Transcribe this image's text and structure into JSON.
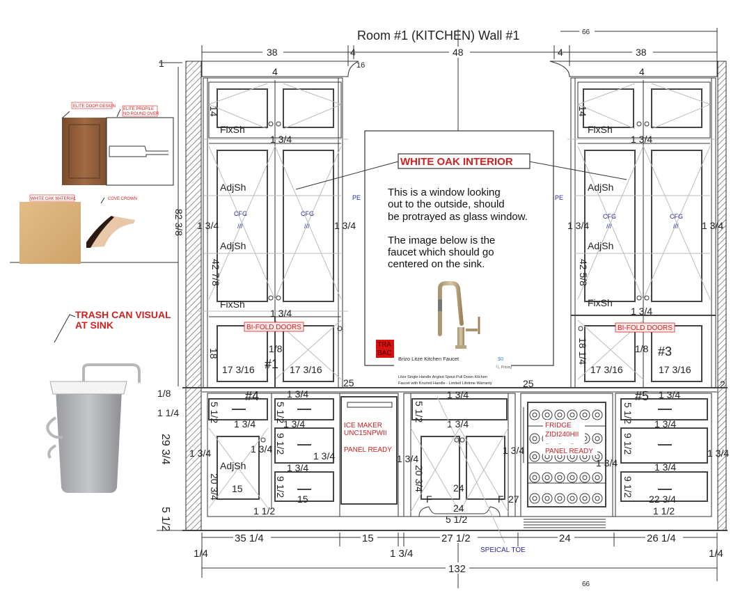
{
  "title": "Room #1 (KITCHEN) Wall #1",
  "top_dims": {
    "left": "38",
    "gap_left": "4",
    "gap_left_b": "16",
    "center": "48",
    "gap_right": "4",
    "right": "38",
    "overall_half": "66",
    "crown_left": "4",
    "crown_right": "4"
  },
  "left_dims": {
    "top": "1",
    "height": "82 3/8",
    "a": "1/8",
    "b": "1 1/4",
    "base": "29 3/4",
    "toe": "5 1/2"
  },
  "bottom_dims": {
    "s1": "35 1/4",
    "s2": "15",
    "s3": "27 1/2",
    "s4": "24",
    "s5": "26 1/4",
    "end_left": "1/4",
    "mid": "1 3/4",
    "end_right": "1/4",
    "overall": "132",
    "half": "66"
  },
  "tall_left": {
    "upper_h": "14",
    "fix1": "FixSh",
    "rail1": "1 3/4",
    "adj1": "AdjSh",
    "adj2": "AdjSh",
    "cfg": "CFG",
    "glass": "///",
    "stile_l": "1 3/4",
    "stile_r": "1 3/4",
    "door_h": "42 7/8",
    "fix2": "FixSh",
    "rail2": "1 3/4",
    "bifold": "BI-FOLD DOORS",
    "lower_h": "18",
    "gap": "1/8",
    "num": "#1",
    "w1": "17 3/16",
    "w2": "17 3/16",
    "depth": "25",
    "pe": "PE"
  },
  "tall_right": {
    "upper_h": "14",
    "fix1": "FixSh",
    "rail1": "1 3/4",
    "adj1": "AdjSh",
    "adj2": "AdjSh",
    "cfg": "CFG",
    "glass": "///",
    "stile_l": "1 3/4",
    "stile_r": "1 3/4",
    "door_h": "42 5/8",
    "fix2": "FixSh",
    "rail2": "1 3/4",
    "bifold": "BI-FOLD DOORS",
    "lower_h": "18 1/4",
    "gap": "1/8",
    "num": "#3",
    "w1": "17 3/16",
    "w2": "17 3/16",
    "depth": "25",
    "pe": "PE",
    "edge": "2"
  },
  "base": {
    "num4": "#4",
    "rail": "1 3/4",
    "drawer_h": "5 1/2",
    "drawer_h2": "9 1/2",
    "door_h": "20 3/4",
    "adj": "AdjSh",
    "w15": "15",
    "bottom_rail": "1 1/2",
    "ice_maker": "ICE MAKER",
    "ice_model": "UNC15NPWII",
    "panel_ready": "PANEL READY",
    "sink_w": "24",
    "sink_f": "F",
    "sink_27": "27",
    "toe_arch": "5 1/2",
    "special_toe": "SPEICAL TOE",
    "fridge": "FRIDGE",
    "fridge_model": "ZIDI240HII",
    "num5": "#5",
    "w22": "22 3/4"
  },
  "window": {
    "interior_label": "WHITE OAK INTERIOR",
    "note1": [
      "This is a window looking",
      "out to the outside, should",
      "be protrayed as glass window."
    ],
    "note2": [
      "The image below is the",
      "faucet which should go",
      "centered on the sink."
    ],
    "partial_tag": [
      "TRA",
      "BAC"
    ]
  },
  "faucet": {
    "name": "Brizo Litze Kitchen Faucet",
    "price": "$0",
    "pricing": "Pricing",
    "desc": [
      "Litze Single Handle Angled Spout Pull Down Kitchen",
      "Faucet with Knurled Handle - Limited Lifetime Warranty"
    ]
  },
  "callouts": {
    "door_design": "ELITE DOOR DESIGN",
    "profile1": "ELITE PROFILE",
    "profile2": "NO ROUND OVER",
    "oak": "WHITE OAK MATERIAL",
    "crown": "COVE CROWN",
    "trash1": "TRASH CAN VISUAL",
    "trash2": "AT SINK"
  },
  "colors": {
    "red": "#d02020",
    "blue": "#2a2aa0",
    "oak": "#d9b07a",
    "walnut": "#8a5a3a"
  }
}
